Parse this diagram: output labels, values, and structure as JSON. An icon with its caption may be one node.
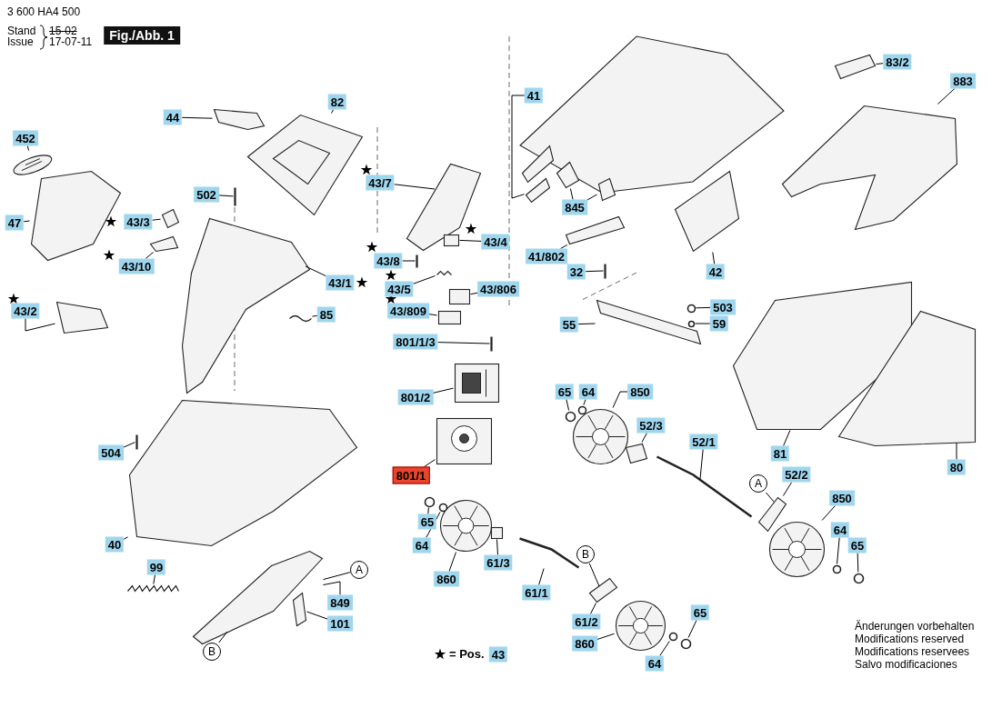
{
  "diagram": {
    "nodes": [
      {
        "text": [
          "Fig./Abb. 1"
        ]
      },
      {
        "text": [
          "44"
        ]
      },
      {
        "text": [
          "82"
        ]
      },
      {
        "text": [
          "452"
        ]
      },
      {
        "text": [
          "502"
        ]
      },
      {
        "text": [
          "47"
        ]
      },
      {
        "text": [
          "43/3"
        ]
      },
      {
        "text": [
          "43/10"
        ]
      },
      {
        "text": [
          "43/1"
        ]
      },
      {
        "text": [
          "43/2"
        ]
      },
      {
        "text": [
          "85"
        ]
      },
      {
        "text": [
          "504"
        ]
      },
      {
        "text": [
          "40"
        ]
      },
      {
        "text": [
          "99"
        ]
      },
      {
        "text": [
          "849"
        ]
      },
      {
        "text": [
          "A"
        ]
      },
      {
        "text": [
          "101"
        ]
      },
      {
        "text": [
          "B"
        ]
      },
      {
        "text": [
          "43/7"
        ]
      },
      {
        "text": [
          "43/4"
        ]
      },
      {
        "text": [
          "43/8"
        ]
      },
      {
        "text": [
          "43/5"
        ]
      },
      {
        "text": [
          "43/806"
        ]
      },
      {
        "text": [
          "43/809"
        ]
      },
      {
        "text": [
          "801/1/3"
        ]
      },
      {
        "text": [
          "801/2"
        ]
      },
      {
        "text": [
          "801/1"
        ]
      },
      {
        "text": [
          "41"
        ]
      },
      {
        "text": [
          "845"
        ]
      },
      {
        "text": [
          "41/802"
        ]
      },
      {
        "text": [
          "32"
        ]
      },
      {
        "text": [
          "42"
        ]
      },
      {
        "text": [
          "55"
        ]
      },
      {
        "text": [
          "503"
        ]
      },
      {
        "text": [
          "59"
        ]
      },
      {
        "text": [
          "83/2"
        ]
      },
      {
        "text": [
          "883"
        ]
      },
      {
        "text": [
          "65"
        ]
      },
      {
        "text": [
          "64"
        ]
      },
      {
        "text": [
          "850"
        ]
      },
      {
        "text": [
          "52/3"
        ]
      },
      {
        "text": [
          "52/1"
        ]
      },
      {
        "text": [
          "81"
        ]
      },
      {
        "text": [
          "80"
        ]
      },
      {
        "text": [
          "A"
        ]
      },
      {
        "text": [
          "52/2"
        ]
      },
      {
        "text": [
          "65"
        ]
      },
      {
        "text": [
          "64"
        ]
      },
      {
        "text": [
          "860"
        ]
      },
      {
        "text": [
          "61/3"
        ]
      },
      {
        "text": [
          "61/1"
        ]
      },
      {
        "text": [
          "850"
        ]
      },
      {
        "text": [
          "64"
        ]
      },
      {
        "text": [
          "65"
        ]
      },
      {
        "text": [
          "B"
        ]
      },
      {
        "text": [
          "65"
        ]
      },
      {
        "text": [
          "61/2"
        ]
      },
      {
        "text": [
          "860"
        ]
      },
      {
        "text": [
          "64"
        ]
      },
      {
        "text": [
          "43"
        ]
      },
      {
        "text": [],
        "shape": "picture"
      },
      {
        "text": [],
        "shape": "picture"
      },
      {
        "text": [],
        "shape": "picture"
      },
      {
        "text": [],
        "shape": "picture"
      },
      {
        "text": [],
        "shape": "picture"
      },
      {
        "text": [],
        "shape": "picture"
      },
      {
        "text": [],
        "shape": "picture"
      },
      {
        "text": [],
        "shape": "picture"
      },
      {
        "text": [],
        "shape": "picture"
      },
      {
        "text": [],
        "shape": "picture"
      },
      {
        "text": [],
        "shape": "picture"
      },
      {
        "text": [],
        "shape": "picture"
      },
      {
        "text": [],
        "shape": "picture"
      },
      {
        "text": [],
        "shape": "picture"
      },
      {
        "text": [],
        "shape": "picture"
      },
      {
        "text": [],
        "shape": "picture"
      },
      {
        "text": [],
        "shape": "box"
      },
      {
        "text": [],
        "shape": "picture"
      },
      {
        "text": [],
        "shape": "box"
      },
      {
        "text": [],
        "shape": "picture"
      },
      {
        "text": [],
        "shape": "box"
      },
      {
        "text": [],
        "shape": "picture"
      },
      {
        "text": [],
        "shape": "picture"
      },
      {
        "text": [],
        "shape": "picture"
      },
      {
        "text": [],
        "shape": "picture"
      },
      {
        "text": [],
        "shape": "picture"
      },
      {
        "text": [],
        "shape": "picture"
      },
      {
        "text": [],
        "shape": "picture"
      },
      {
        "text": [],
        "shape": "picture"
      },
      {
        "text": [],
        "shape": "picture"
      },
      {
        "text": [],
        "shape": "picture"
      },
      {
        "text": [],
        "shape": "picture"
      },
      {
        "text": [],
        "shape": "circle"
      },
      {
        "text": [],
        "shape": "circle"
      },
      {
        "text": [],
        "shape": "picture"
      },
      {
        "text": [],
        "shape": "picture"
      },
      {
        "text": [],
        "shape": "circle"
      },
      {
        "text": [],
        "shape": "circle"
      },
      {
        "text": [],
        "shape": "picture"
      },
      {
        "text": [],
        "shape": "picture"
      },
      {
        "text": [],
        "shape": "picture"
      },
      {
        "text": [],
        "shape": "picture"
      },
      {
        "text": [],
        "shape": "picture"
      },
      {
        "text": [],
        "shape": "picture"
      },
      {
        "text": [],
        "shape": "circle"
      },
      {
        "text": [],
        "shape": "circle"
      },
      {
        "text": [],
        "shape": "picture"
      },
      {
        "text": [],
        "shape": "box"
      },
      {
        "text": [],
        "shape": "picture"
      },
      {
        "text": [],
        "shape": "picture"
      },
      {
        "text": [],
        "shape": "circle"
      },
      {
        "text": [],
        "shape": "circle"
      },
      {
        "text": [],
        "shape": "picture"
      },
      {
        "text": [],
        "shape": "circle"
      },
      {
        "text": [],
        "shape": "circle"
      },
      {
        "text": [],
        "shape": "picture"
      }
    ],
    "edges": [
      {
        "from": 1,
        "to": 60,
        "arrow": "none"
      },
      {
        "from": 2,
        "to": 61,
        "arrow": "none"
      },
      {
        "from": 3,
        "to": 62,
        "arrow": "none"
      },
      {
        "from": 4,
        "to": 64,
        "arrow": "none"
      },
      {
        "from": 5,
        "to": 63,
        "arrow": "none"
      },
      {
        "from": 6,
        "to": 65,
        "arrow": "none"
      },
      {
        "from": 7,
        "to": 66,
        "arrow": "none"
      },
      {
        "from": 8,
        "to": 67,
        "arrow": "none"
      },
      {
        "from": 9,
        "to": 68,
        "arrow": "none"
      },
      {
        "from": 10,
        "to": 69,
        "arrow": "none"
      },
      {
        "from": 11,
        "to": 70,
        "arrow": "none"
      },
      {
        "from": 12,
        "to": 71,
        "arrow": "none"
      },
      {
        "from": 13,
        "to": 72,
        "arrow": "none"
      },
      {
        "from": 14,
        "to": 73,
        "arrow": "none"
      },
      {
        "from": 15,
        "to": 73,
        "arrow": "none"
      },
      {
        "from": 16,
        "to": 74,
        "arrow": "none"
      },
      {
        "from": 17,
        "to": 73,
        "arrow": "none"
      },
      {
        "from": 18,
        "to": 75,
        "arrow": "none"
      },
      {
        "from": 19,
        "to": 76,
        "arrow": "none"
      },
      {
        "from": 20,
        "to": 77,
        "arrow": "none"
      },
      {
        "from": 21,
        "to": 79,
        "arrow": "none"
      },
      {
        "from": 22,
        "to": 78,
        "arrow": "none"
      },
      {
        "from": 23,
        "to": 80,
        "arrow": "none"
      },
      {
        "from": 24,
        "to": 81,
        "arrow": "none"
      },
      {
        "from": 25,
        "to": 82,
        "arrow": "none"
      },
      {
        "from": 26,
        "to": 83,
        "arrow": "none"
      },
      {
        "from": 27,
        "to": 85,
        "arrow": "none"
      },
      {
        "from": 28,
        "to": 86,
        "arrow": "none"
      },
      {
        "from": 28,
        "to": 87,
        "arrow": "none"
      },
      {
        "from": 29,
        "to": 88,
        "arrow": "none"
      },
      {
        "from": 30,
        "to": 89,
        "arrow": "none"
      },
      {
        "from": 31,
        "to": 90,
        "arrow": "none"
      },
      {
        "from": 32,
        "to": 91,
        "arrow": "none"
      },
      {
        "from": 33,
        "to": 92,
        "arrow": "none"
      },
      {
        "from": 34,
        "to": 93,
        "arrow": "none"
      },
      {
        "from": 35,
        "to": 94,
        "arrow": "none"
      },
      {
        "from": 36,
        "to": 95,
        "arrow": "none"
      },
      {
        "from": 37,
        "to": 96,
        "arrow": "none"
      },
      {
        "from": 38,
        "to": 97,
        "arrow": "none"
      },
      {
        "from": 39,
        "to": 98,
        "arrow": "none"
      },
      {
        "from": 40,
        "to": 99,
        "arrow": "none"
      },
      {
        "from": 41,
        "to": 100,
        "arrow": "none"
      },
      {
        "from": 42,
        "to": 101,
        "arrow": "none"
      },
      {
        "from": 43,
        "to": 102,
        "arrow": "none"
      },
      {
        "from": 44,
        "to": 103,
        "arrow": "none"
      },
      {
        "from": 45,
        "to": 103,
        "arrow": "none"
      },
      {
        "from": 46,
        "to": 104,
        "arrow": "none"
      },
      {
        "from": 47,
        "to": 105,
        "arrow": "none"
      },
      {
        "from": 48,
        "to": 106,
        "arrow": "none"
      },
      {
        "from": 49,
        "to": 107,
        "arrow": "none"
      },
      {
        "from": 50,
        "to": 108,
        "arrow": "none"
      },
      {
        "from": 51,
        "to": 109,
        "arrow": "none"
      },
      {
        "from": 52,
        "to": 110,
        "arrow": "none"
      },
      {
        "from": 53,
        "to": 111,
        "arrow": "none"
      },
      {
        "from": 54,
        "to": 112,
        "arrow": "none"
      },
      {
        "from": 55,
        "to": 113,
        "arrow": "none"
      },
      {
        "from": 56,
        "to": 112,
        "arrow": "none"
      },
      {
        "from": 57,
        "to": 115,
        "arrow": "none"
      },
      {
        "from": 58,
        "to": 114,
        "arrow": "none"
      }
    ],
    "labels": [
      "3 600 HA4 500",
      "Stand",
      "Issue",
      "15-02",
      "17-07-11",
      "Änderungen vorbehalten",
      "Modifications reserved",
      "Modifications reservees",
      "Salvo modificaciones"
    ],
    "legend": [
      {
        "text": "= Pos."
      }
    ]
  }
}
